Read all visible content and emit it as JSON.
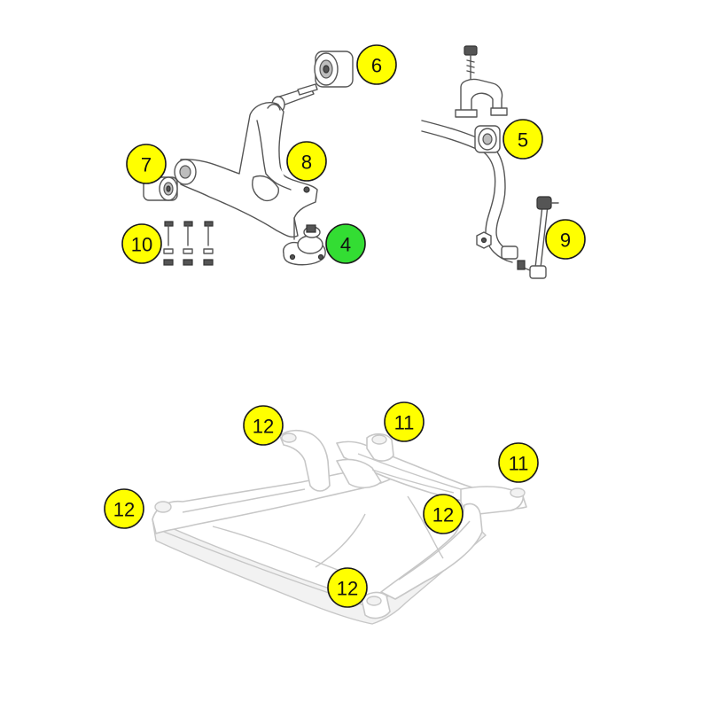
{
  "colors": {
    "callout_yellow": "#ffff00",
    "callout_green": "#33dd33",
    "callout_stroke": "#1a1a1a",
    "part_stroke": "#555555",
    "subframe_stroke": "#c7c7c7"
  },
  "callouts": {
    "control_arm_bush_rear": "6",
    "control_arm_bush_front": "7",
    "control_arm": "8",
    "bolts_nuts": "10",
    "ball_joint": "4",
    "stabilizer_bush": "5",
    "stabilizer_link": "9",
    "subframe_mount_rear_left": "11",
    "subframe_mount_rear_right": "11",
    "subframe_mount_top_left": "12",
    "subframe_mount_far_left": "12",
    "subframe_mount_center": "12",
    "subframe_mount_front": "12"
  }
}
